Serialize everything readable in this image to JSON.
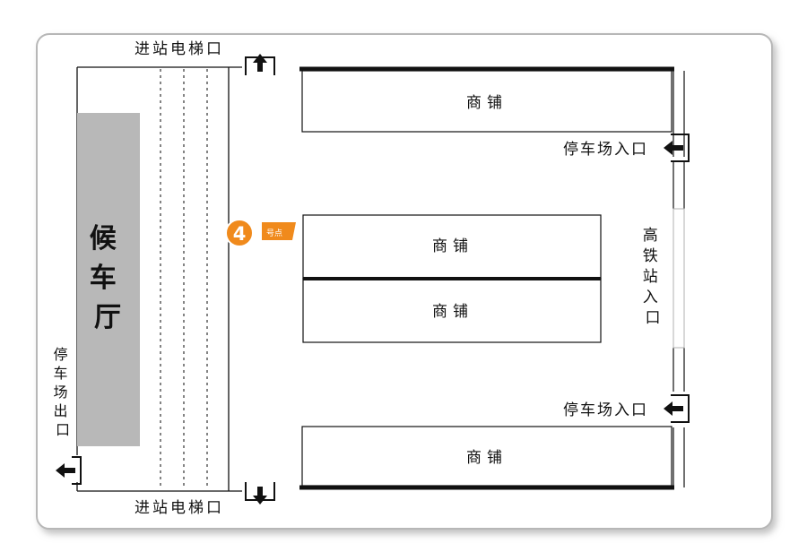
{
  "map": {
    "colors": {
      "card_bg": "#ffffff",
      "card_border": "#b7b7b7",
      "waiting_hall_fill": "#b8b8b8",
      "marker_orange": "#f08a1c",
      "ink": "#111111"
    },
    "waiting_hall": {
      "label": "候车厅"
    },
    "station_elevator_top": {
      "label": "进站电梯口",
      "icon": "arrow-up-icon"
    },
    "station_elevator_bottom": {
      "label": "进站电梯口",
      "icon": "arrow-down-icon"
    },
    "parking_exit_left": {
      "label": "停车场出口",
      "icon": "arrow-left-icon"
    },
    "parking_entrance_top": {
      "label": "停车场入口",
      "icon": "arrow-left-icon"
    },
    "parking_entrance_bottom": {
      "label": "停车场入口",
      "icon": "arrow-left-icon"
    },
    "hsr_entrance": {
      "label": "高铁站入口"
    },
    "point_marker": {
      "number": "4",
      "label": "号点"
    },
    "shops": [
      {
        "label": "商铺"
      },
      {
        "label": "商铺"
      },
      {
        "label": "商铺"
      },
      {
        "label": "商铺"
      }
    ]
  }
}
